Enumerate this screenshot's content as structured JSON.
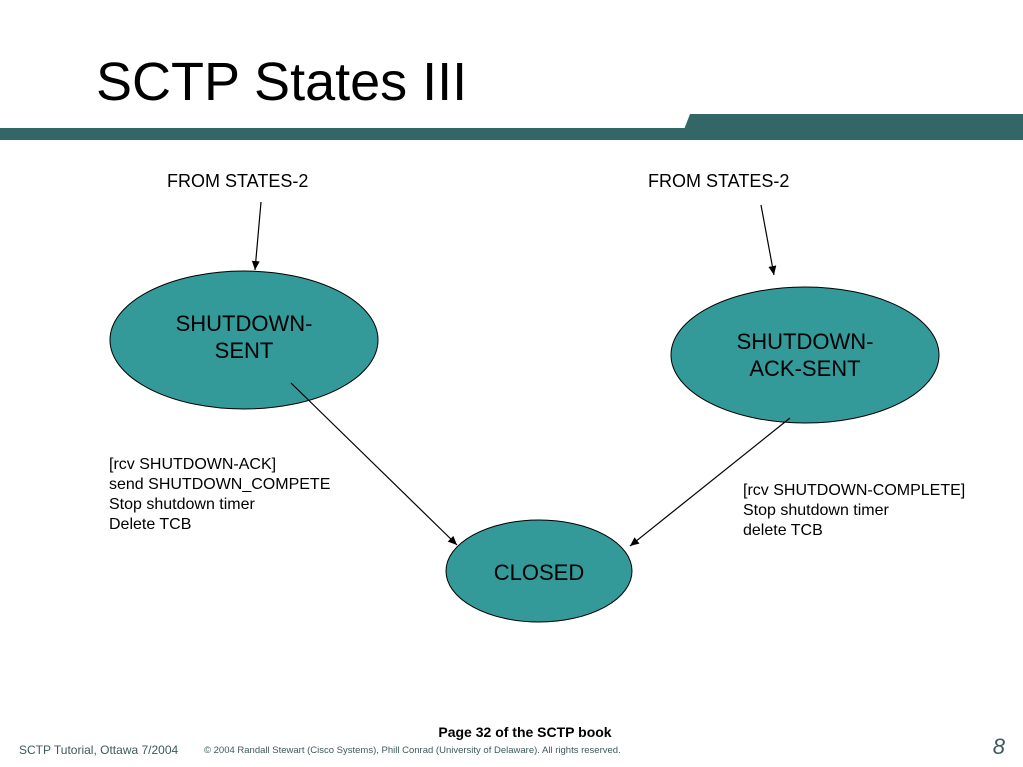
{
  "slide": {
    "title": "SCTP States III",
    "caption": "Page 32 of the SCTP book",
    "footer_left": "SCTP Tutorial, Ottawa 7/2004",
    "footer_copyright": "© 2004 Randall Stewart (Cisco Systems), Phill Conrad (University of Delaware). All rights reserved.",
    "page_number": "8"
  },
  "colors": {
    "state_fill": "#339999",
    "banner": "#336666"
  },
  "diagram": {
    "entry_labels": {
      "left": "FROM STATES-2",
      "right": "FROM STATES-2"
    },
    "states": {
      "shutdown_sent": "SHUTDOWN-\nSENT",
      "shutdown_ack_sent": "SHUTDOWN-\nACK-SENT",
      "closed": "CLOSED"
    },
    "transitions": {
      "left": "[rcv SHUTDOWN-ACK]\nsend SHUTDOWN_COMPETE\nStop shutdown timer\nDelete TCB",
      "right": "[rcv SHUTDOWN-COMPLETE]\nStop shutdown timer\ndelete TCB"
    }
  }
}
